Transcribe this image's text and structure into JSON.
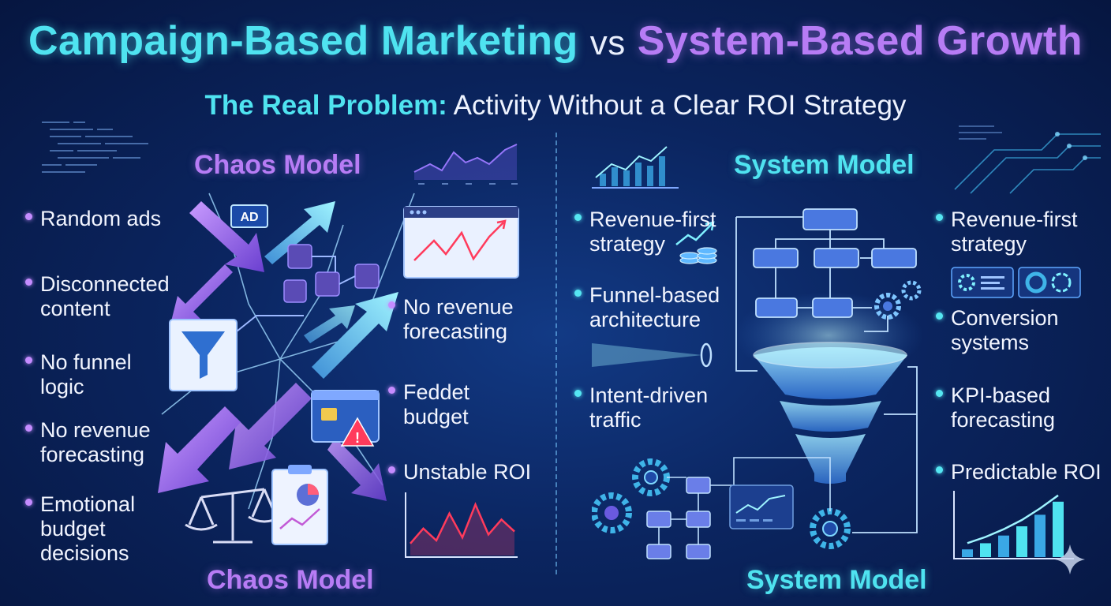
{
  "title": {
    "left": "Campaign-Based Marketing",
    "vs": "vs",
    "right": "System-Based Growth"
  },
  "subtitle": {
    "lead": "The Real Problem:",
    "rest": "Activity Without a Clear ROI Strategy"
  },
  "chaos": {
    "heading_top": "Chaos Model",
    "heading_bottom": "Chaos Model",
    "badge_label": "AD",
    "left_bullets": [
      [
        "Random ads"
      ],
      [
        "Disconnected",
        "content"
      ],
      [
        "No funnel",
        "logic"
      ],
      [
        "No revenue",
        "forecasting"
      ],
      [
        "Emotional",
        "budget",
        "decisions"
      ]
    ],
    "right_bullets": [
      [
        "No revenue",
        "forecasting"
      ],
      [
        "Feddet",
        "budget"
      ],
      [
        "Unstable ROI"
      ]
    ],
    "unstable_series": [
      20,
      45,
      25,
      70,
      30,
      85,
      35,
      60,
      40
    ]
  },
  "system": {
    "heading_top": "System Model",
    "heading_bottom": "System Model",
    "left_bullets": [
      [
        "Revenue-first",
        "strategy"
      ],
      [
        "Funnel-based",
        "architecture"
      ],
      [
        "Intent-driven",
        "traffic"
      ]
    ],
    "right_bullets": [
      [
        "Revenue-first",
        "strategy"
      ],
      [
        "Conversion",
        "systems"
      ],
      [
        "KPI-based",
        "forecasting"
      ],
      [
        "Predictable ROI"
      ]
    ],
    "roi_bars": [
      10,
      18,
      28,
      40,
      55,
      72
    ]
  },
  "colors": {
    "cyan": "#4fe3f0",
    "purple": "#b77cf5",
    "red": "#ff3b5c"
  }
}
